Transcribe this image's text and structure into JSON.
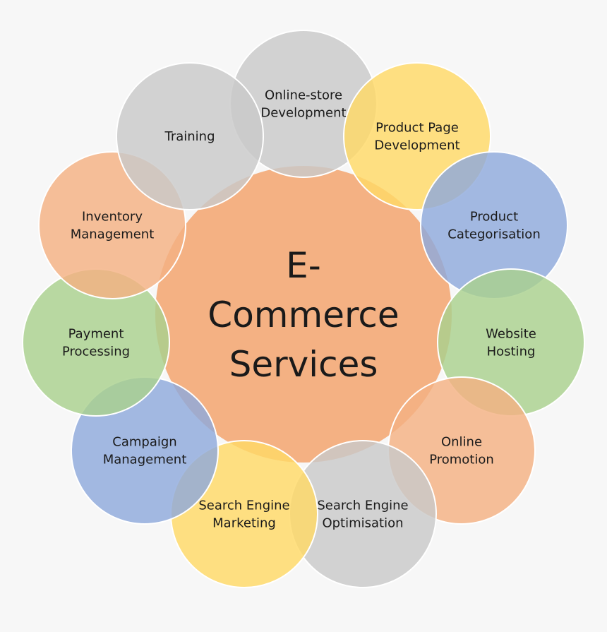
{
  "diagram": {
    "center": {
      "lines": [
        "E-",
        "Commerce",
        "Services"
      ],
      "color": "#F4B183"
    },
    "services": [
      {
        "lines": [
          "Online-store",
          "Development"
        ],
        "color": "#C9C9C9"
      },
      {
        "lines": [
          "Product Page",
          "Development"
        ],
        "color": "#FFD966"
      },
      {
        "lines": [
          "Product",
          "Categorisation"
        ],
        "color": "#8FAADC"
      },
      {
        "lines": [
          "Website",
          "Hosting"
        ],
        "color": "#A9D18E"
      },
      {
        "lines": [
          "Online",
          "Promotion"
        ],
        "color": "#F4B183"
      },
      {
        "lines": [
          "Search Engine",
          "Optimisation"
        ],
        "color": "#C9C9C9"
      },
      {
        "lines": [
          "Search Engine",
          "Marketing"
        ],
        "color": "#FFD966"
      },
      {
        "lines": [
          "Campaign",
          "Management"
        ],
        "color": "#8FAADC"
      },
      {
        "lines": [
          "Payment",
          "Processing"
        ],
        "color": "#A9D18E"
      },
      {
        "lines": [
          "Inventory",
          "Management"
        ],
        "color": "#F4B183"
      },
      {
        "lines": [
          "Training"
        ],
        "color": "#C9C9C9"
      }
    ]
  }
}
